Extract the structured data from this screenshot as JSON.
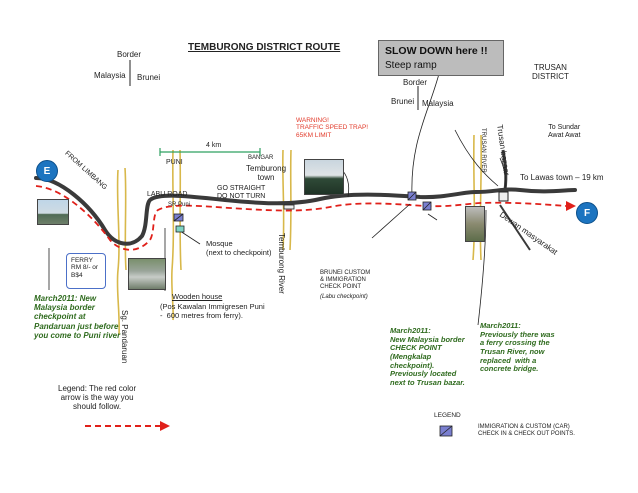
{
  "title": "TEMBURONG DISTRICT ROUTE",
  "callout": {
    "line1": "SLOW DOWN here !!",
    "line2": "Steep ramp"
  },
  "border_left": {
    "label": "Border",
    "left": "Malaysia",
    "right": "Brunei"
  },
  "border_right": {
    "label": "Border",
    "left": "Brunei",
    "right": "Malaysia"
  },
  "trusan_district": "TRUSAN\nDISTRICT",
  "from_limbang": "FROM LIMBANG",
  "marker_start": "E",
  "marker_end": "F",
  "scale": "4 km",
  "puni": "PUNI",
  "bangar": "BANGAR",
  "temburong_town": "Temburong\ntown",
  "labu_road": "LABU ROAD",
  "go_straight": "GO STRAIGHT\nDO NOT TURN",
  "sr_puni": "SR Puni",
  "warning": "WARNING!\nTRAFFIC SPEED TRAP!\n65KM LIMIT",
  "trusan_river": "TRUSAN RIVER",
  "trusan_bazaar": "Trusan bazaar",
  "to_sundar": "To Sundar\nAwat Awat",
  "to_lawas": "To Lawas town – 19 km",
  "dewan": "Dewan masyarakat",
  "mosque": "Mosque\n(next to checkpoint)",
  "temburong_river": "Temburong River",
  "brunei_custom": "BRUNEI CUSTOM\n& IMMIGRATION\nCHECK POINT",
  "labu_checkpoint": "(Labu  checkpoint)",
  "wooden_house": "Wooden house",
  "pos_kawalan": "(Pos Kawalan Immigresen Puni\n-  600 metres from ferry).",
  "ferry": "FERRY\nRM 8/- or\nB$4",
  "sg_pandaruan": "Sg. Pandaruan",
  "note_left": "March2011: New Malaysia border checkpoint at Pandaruan just before you come to Puni river",
  "note_mid": "March2011:\nNew Malaysia border\nCHECK POINT\n(Mengkalap\ncheckpoint).\nPreviously located\nnext to Trusan bazar.",
  "note_right": "March2011:\nPreviously there was\na ferry crossing the\nTrusan River, now\nreplaced  with a\nconcrete bridge.",
  "legend_red": "Legend: The red color\narrow is the way you\nshould follow.",
  "legend_title": "LEGEND",
  "legend_item": "IMMIGRATION & CUSTOM (CAR)\nCHECK IN & CHECK OUT POINTS.",
  "colors": {
    "road": "#3a3a3a",
    "route": "#e0201a",
    "river": "#d8b84a",
    "marker": "#1c74c0",
    "scale": "#2fa060",
    "note": "#2f6b1e"
  }
}
